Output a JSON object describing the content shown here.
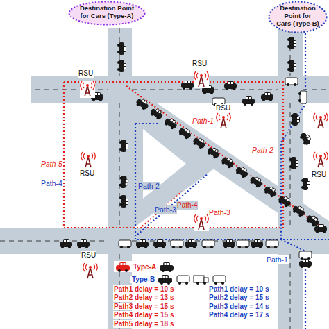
{
  "diagram": {
    "nodes": [
      {
        "text": [
          "Destination Point for Cars (Type-A)"
        ]
      },
      {
        "text": [
          "Destination Point for Cars (Type-B)"
        ]
      }
    ],
    "labels": [
      "RSU",
      "RSU",
      "RSU",
      "RSU",
      "RSU",
      "RSU",
      "Path-1",
      "Path-2",
      "Path-5",
      "Path-4",
      "Path-2",
      "Path-3",
      "Path-4",
      "Path-3",
      "Path-1",
      "Path1 delay = 10 s",
      "Path2 delay = 13 s",
      "Path3 delay = 15 s",
      "Path4 delay = 15 s",
      "Path5 delay = 18 s",
      "Path1 delay = 10 s",
      "Path2 delay = 15 s",
      "Path3 delay = 14 s",
      "Path4 delay = 17 s"
    ],
    "legend": [
      {
        "text": "Type-A"
      },
      {
        "text": "Type-B"
      }
    ]
  }
}
